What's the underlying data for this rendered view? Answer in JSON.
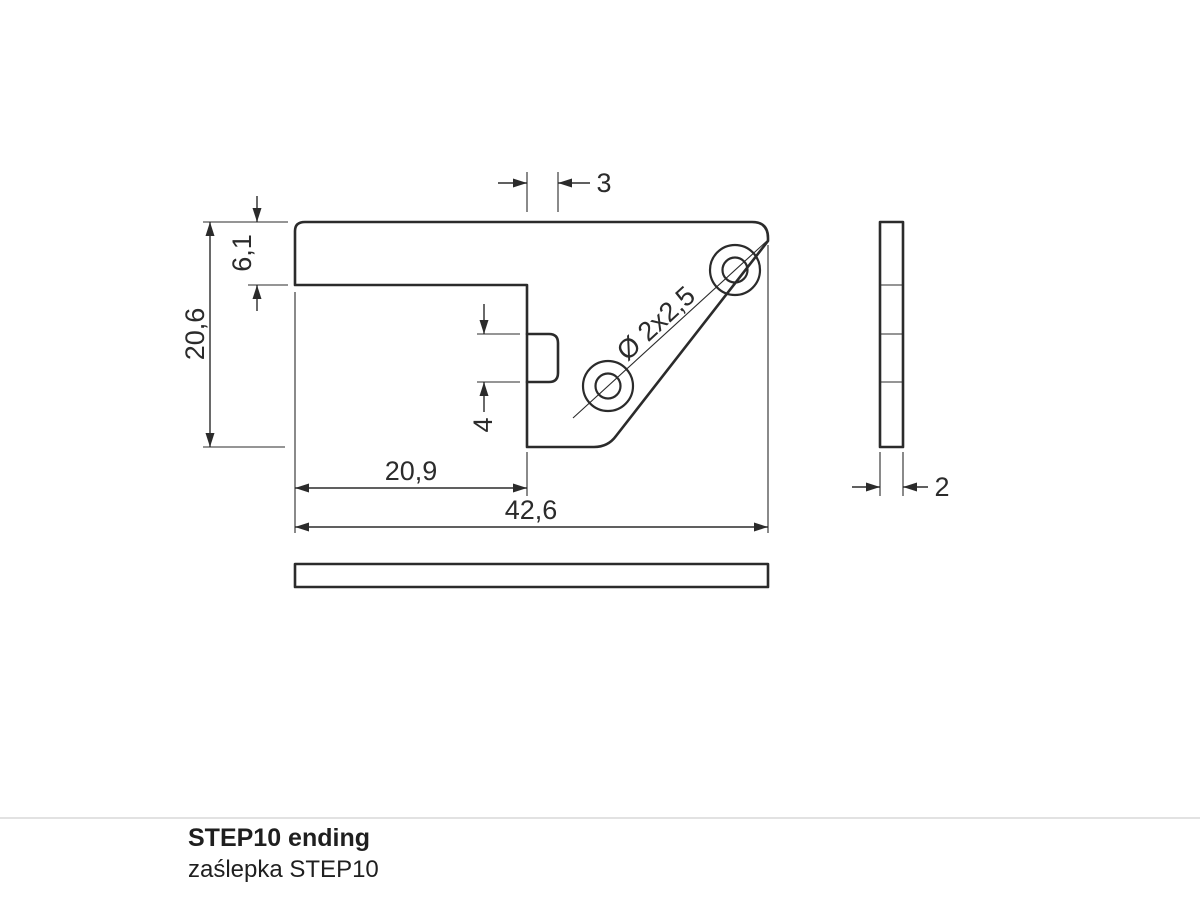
{
  "drawing": {
    "title": "STEP10 ending",
    "subtitle": "zaślepka STEP10"
  },
  "dimensions": {
    "tab_width": "3",
    "flange_height": "6,1",
    "total_height": "20,6",
    "tab_height": "4",
    "left_width": "20,9",
    "total_width": "42,6",
    "holes": "Ø 2x2,5",
    "thickness": "2"
  },
  "colors": {
    "line": "#2b2b2b",
    "divider": "#d9d9d9",
    "background": "#ffffff"
  }
}
